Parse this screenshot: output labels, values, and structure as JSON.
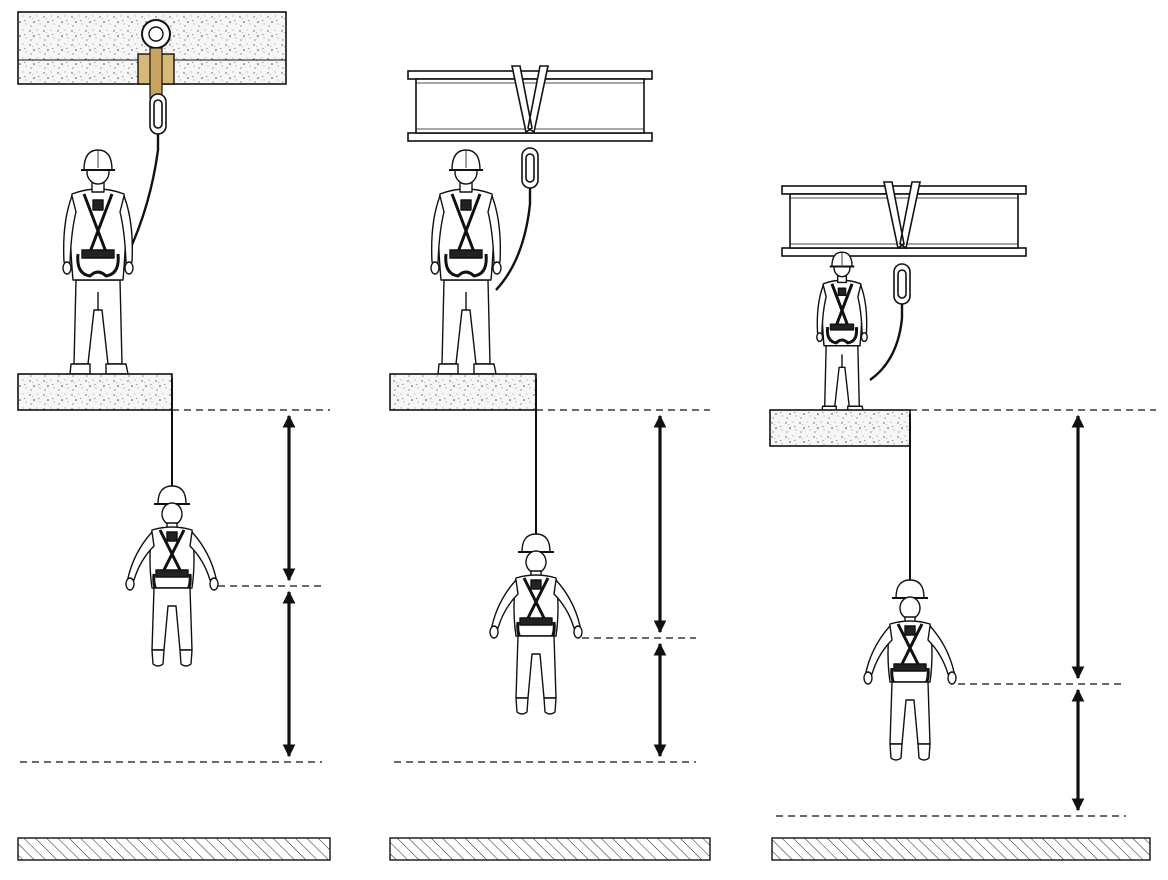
{
  "scenes": [
    {
      "id": "scene-1",
      "anchor": "concrete-ceiling-eyebolt"
    },
    {
      "id": "scene-2",
      "anchor": "steel-i-beam-webbing-sling"
    },
    {
      "id": "scene-3",
      "anchor": "steel-i-beam-webbing-sling"
    }
  ],
  "colors": {
    "line": "#111111",
    "concrete_fill": "#f4f4f4",
    "anchor_sleeve": "#d8b877",
    "background": "#ffffff"
  }
}
